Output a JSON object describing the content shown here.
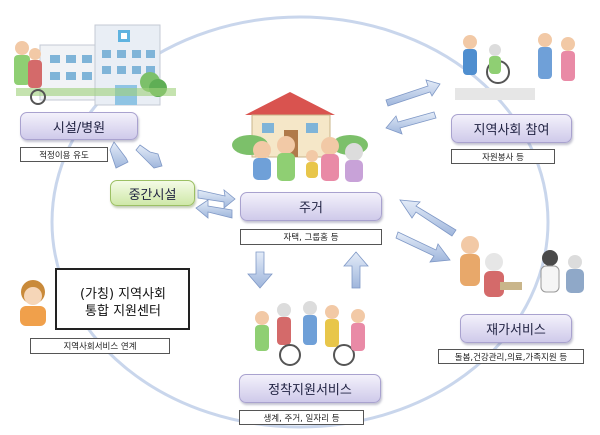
{
  "nodes": {
    "facility": {
      "label": "시설/병원",
      "note": "적정이용 유도"
    },
    "intermediate": {
      "label": "중간시설"
    },
    "housing": {
      "label": "주거",
      "note": "자택, 그룹홈 등"
    },
    "community": {
      "label": "지역사회 참여",
      "note": "자원봉사 등"
    },
    "home_service": {
      "label": "재가서비스",
      "note": "돌봄,건강관리,의료,가족지원 등"
    },
    "settlement": {
      "label": "정착지원서비스",
      "note": "생계, 주거, 일자리 등"
    },
    "support_center": {
      "line1": "(가칭) 지역사회",
      "line2": "통합 지원센터",
      "note": "지역사회서비스 연계"
    }
  },
  "colors": {
    "box_fill": "#cfcaea",
    "box_border": "#a9a2cf",
    "green_fill": "#cfe8a8",
    "arrow": "#b9cbe8",
    "circle": "#c9d6ec"
  }
}
